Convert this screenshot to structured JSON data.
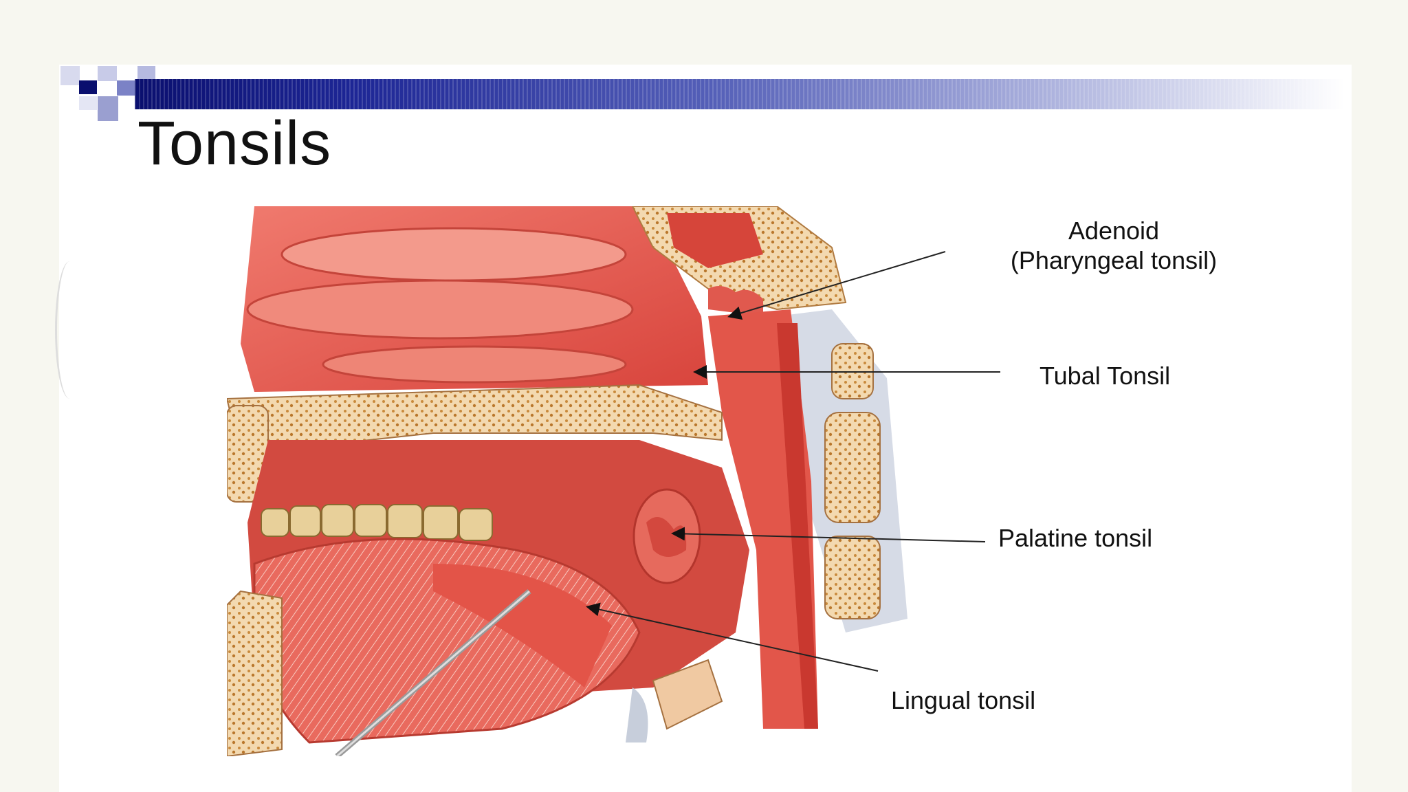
{
  "slide": {
    "title": "Tonsils"
  },
  "labels": {
    "adenoid_line1": "Adenoid",
    "adenoid_line2": "(Pharyngeal tonsil)",
    "tubal": "Tubal Tonsil",
    "palatine": "Palatine tonsil",
    "lingual": "Lingual tonsil"
  },
  "colors": {
    "title_bar_start": "#0a0f6e",
    "title_bar_end": "#ffffff",
    "accent_square_dark": "#0a0f6e",
    "accent_square_light": "#9a9fd0",
    "tissue": "#e85a50"
  },
  "illustration": {
    "subject": "sagittal section of nasal cavity, oral cavity and pharynx",
    "icon": "anatomy-illustration"
  }
}
